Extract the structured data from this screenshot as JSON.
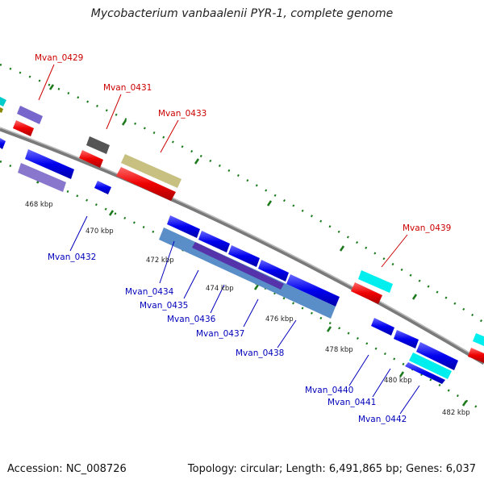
{
  "title": "Mycobacterium vanbaalenii PYR-1, complete genome",
  "footer": {
    "accession": "Accession: NC_008726",
    "summary": "Topology: circular; Length: 6,491,865 bp; Genes: 6,037"
  },
  "colors": {
    "forward_label": "#cc0000",
    "reverse_label": "#0000bb",
    "backbone": "#888888",
    "ticks": "#1a7a1a"
  },
  "kbp_labels": [
    "468 kbp",
    "470 kbp",
    "472 kbp",
    "474 kbp",
    "476 kbp",
    "478 kbp",
    "480 kbp",
    "482 kbp"
  ],
  "gene_labels": {
    "mvan_0429": "Mvan_0429",
    "mvan_0431": "Mvan_0431",
    "mvan_0433": "Mvan_0433",
    "mvan_0439": "Mvan_0439",
    "mvan_0432": "Mvan_0432",
    "mvan_0434": "Mvan_0434",
    "mvan_0435": "Mvan_0435",
    "mvan_0436": "Mvan_0436",
    "mvan_0437": "Mvan_0437",
    "mvan_0438": "Mvan_0438",
    "mvan_0440": "Mvan_0440",
    "mvan_0441": "Mvan_0441",
    "mvan_0442": "Mvan_0442"
  }
}
